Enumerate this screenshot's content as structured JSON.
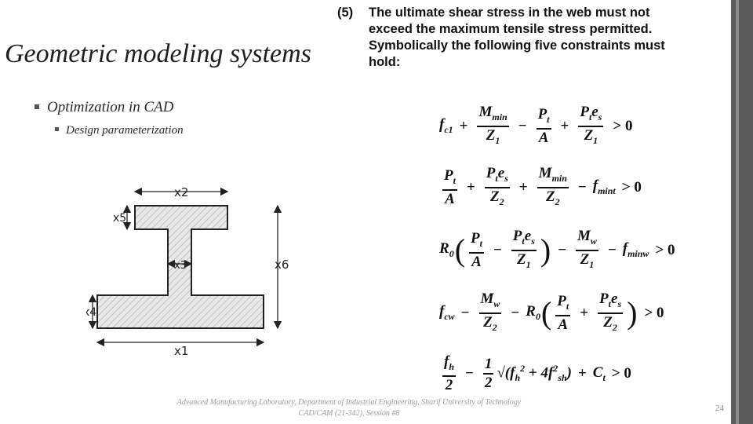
{
  "slide": {
    "title": "Geometric modeling systems",
    "bullet1": "Optimization in CAD",
    "bullet2": "Design parameterization",
    "footer_line1": "Advanced Manufacturing Laboratory, Department of Industrial Engineering, Sharif University of Technology",
    "footer_line2": "CAD/CAM (21-342), Session #8",
    "page_number": "24"
  },
  "constraint": {
    "number": "(5)",
    "lines": [
      "The ultimate shear stress in the web must not",
      "exceed the maximum tensile stress permitted.",
      "Symbolically the following five constraints must",
      "hold:"
    ]
  },
  "figure": {
    "labels": [
      "x2",
      "x5",
      "x3",
      "x6",
      "x4",
      "x1"
    ]
  },
  "colors": {
    "sidebar": "#5b5b5b",
    "text": "#111111",
    "footer": "#9a9a9a"
  }
}
